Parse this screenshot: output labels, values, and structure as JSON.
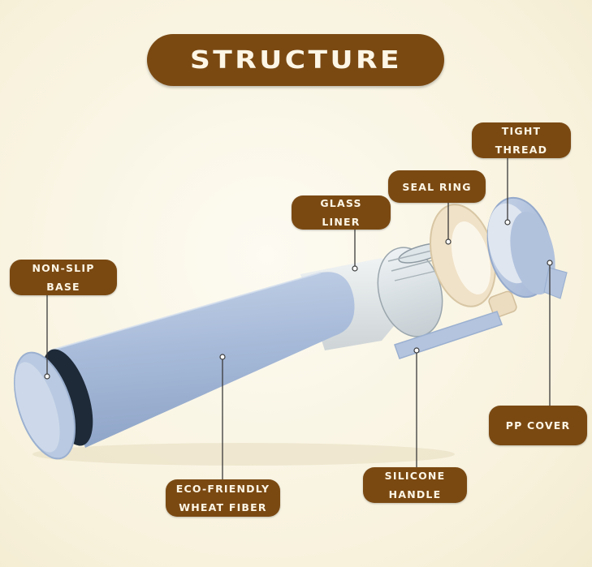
{
  "title": "STRUCTURE",
  "labels": {
    "tight_thread": [
      "TIGHT",
      "THREAD"
    ],
    "seal_ring": [
      "SEAL RING"
    ],
    "glass_liner": [
      "GLASS",
      "LINER"
    ],
    "non_slip_base": [
      "NON-SLIP",
      "BASE"
    ],
    "pp_cover": [
      "PP COVER"
    ],
    "silicone_handle": [
      "SILICONE",
      "HANDLE"
    ],
    "eco_friendly": [
      "ECO-FRIENDLY",
      "WHEAT FIBER"
    ]
  },
  "colors": {
    "label_bg": "#7a4912",
    "label_text": "#fdf6e6",
    "bottle_blue": "#a9bcd9",
    "ring_cream": "#f0e2c8",
    "background": "#fbf8ec"
  }
}
